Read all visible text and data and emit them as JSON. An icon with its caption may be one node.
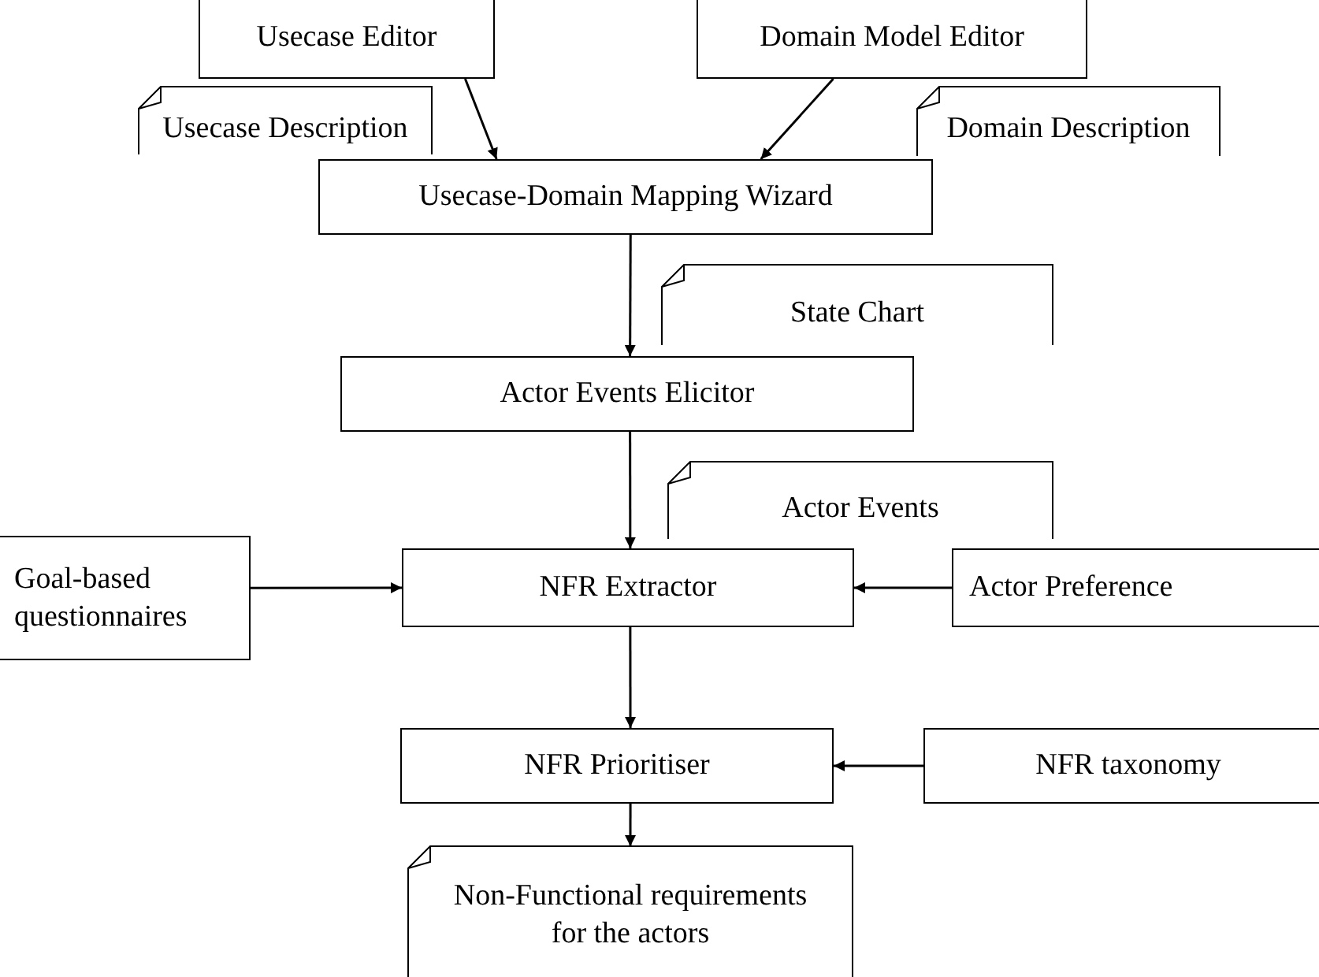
{
  "diagram": {
    "nodes": [
      {
        "text": [
          "Usecase Editor"
        ]
      },
      {
        "text": [
          "Domain Model Editor"
        ]
      },
      {
        "text": [
          "Usecase Description"
        ]
      },
      {
        "text": [
          "Domain Description"
        ]
      },
      {
        "text": [
          "Usecase-Domain Mapping Wizard"
        ]
      },
      {
        "text": [
          "State Chart"
        ]
      },
      {
        "text": [
          "Actor Events Elicitor"
        ]
      },
      {
        "text": [
          "Actor Events"
        ]
      },
      {
        "text": [
          "Goal-based questionnaires"
        ]
      },
      {
        "text": [
          "NFR Extractor"
        ]
      },
      {
        "text": [
          "Actor Preference"
        ]
      },
      {
        "text": [
          "NFR Prioritiser"
        ]
      },
      {
        "text": [
          "NFR taxonomy"
        ]
      },
      {
        "text": [
          "Non-Functional requirements for the actors"
        ]
      }
    ],
    "edges": [
      {
        "from": 0,
        "to": 4,
        "arrow": "to"
      },
      {
        "from": 1,
        "to": 4,
        "arrow": "to"
      },
      {
        "from": 4,
        "to": 6,
        "arrow": "to"
      },
      {
        "from": 6,
        "to": 9,
        "arrow": "to"
      },
      {
        "from": 8,
        "to": 9,
        "arrow": "to"
      },
      {
        "from": 10,
        "to": 9,
        "arrow": "to"
      },
      {
        "from": 9,
        "to": 11,
        "arrow": "to"
      },
      {
        "from": 12,
        "to": 11,
        "arrow": "to"
      },
      {
        "from": 11,
        "to": 13,
        "arrow": "to"
      }
    ]
  }
}
